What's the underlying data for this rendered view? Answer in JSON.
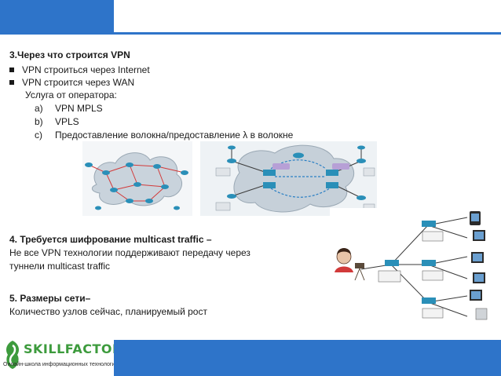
{
  "section3": {
    "heading": "3.Через что строится VPN",
    "bullets": [
      "VPN строиться через Internet",
      "VPN  строится через WAN"
    ],
    "service_intro": "Услуга от оператора:",
    "options": [
      {
        "marker": "a)",
        "text": "VPN MPLS"
      },
      {
        "marker": "b)",
        "text": "VPLS"
      },
      {
        "marker": "c)",
        "text": "Предоставление волокна/предоставление λ в волокне"
      }
    ]
  },
  "section4": {
    "heading": "4. Требуется шифрование multicast traffic –",
    "body_lines": [
      "Не все VPN технологии поддерживают передачу через",
      "туннели multicast traffic"
    ]
  },
  "section5": {
    "heading": "5. Размеры сети–",
    "body": "Количество узлов сейчас, планируемый рост"
  },
  "logo": {
    "name": "SKILLFACTORY",
    "tagline": "Онлайн-школа информационных технологий"
  },
  "colors": {
    "brand_blue": "#2e74c9",
    "logo_green": "#3d9b3d",
    "text": "#1a1a1a"
  },
  "icons": [
    "network-diagram-icon",
    "mpls-diagram-icon",
    "multicast-diagram-icon",
    "skillfactory-logo-icon"
  ]
}
